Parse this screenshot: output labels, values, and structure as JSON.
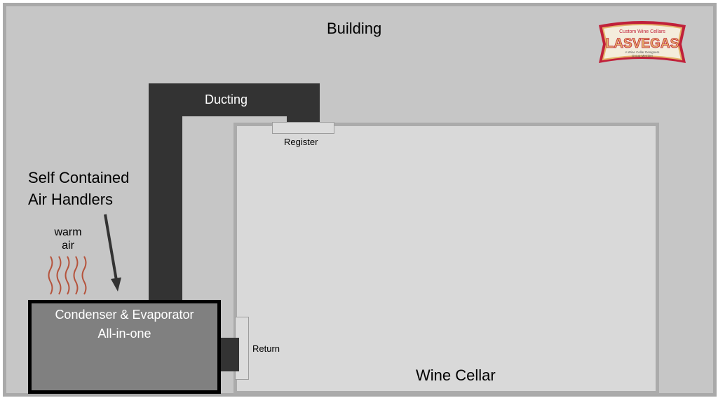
{
  "labels": {
    "building": "Building",
    "wine_cellar": "Wine Cellar",
    "ducting": "Ducting",
    "register": "Register",
    "return": "Return",
    "self_contained_line1": "Self Contained",
    "self_contained_line2": "Air Handlers",
    "warm_line1": "warm",
    "warm_line2": "air",
    "unit_line1": "Condenser & Evaporator",
    "unit_line2": "All-in-one"
  },
  "logo": {
    "top": "Custom Wine Cellars",
    "main": "LASVEGAS",
    "sub1": "A Wine Cellar Designers",
    "sub2": "Group Member"
  },
  "colors": {
    "building_fill": "#c6c6c6",
    "cellar_fill": "#d9d9d9",
    "duct": "#333333",
    "unit_fill": "#808080",
    "warm_air": "#b5533c",
    "logo_red": "#c0203a",
    "logo_gold": "#e3b46a"
  }
}
